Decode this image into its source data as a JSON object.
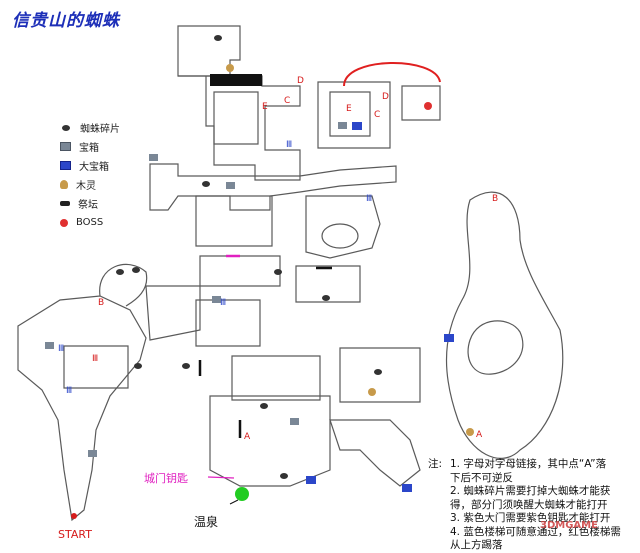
{
  "title": "信贵山的蜘蛛",
  "legend": {
    "items": [
      {
        "label": "蜘蛛碎片",
        "icon": "spider-fragment-icon"
      },
      {
        "label": "宝箱",
        "icon": "chest-icon"
      },
      {
        "label": "大宝箱",
        "icon": "big-chest-icon"
      },
      {
        "label": "木灵",
        "icon": "kodama-icon"
      },
      {
        "label": "祭坛",
        "icon": "altar-icon"
      },
      {
        "label": "BOSS",
        "icon": "boss-icon"
      }
    ]
  },
  "map_labels": {
    "start": "START",
    "city_gate_key": "城门钥匙",
    "hot_spring": "温泉",
    "letter_A": "A",
    "letter_B": "B",
    "letter_C": "C",
    "letter_D": "D",
    "letter_E": "E",
    "roman": "Ⅲ"
  },
  "notes": {
    "prefix": "注:",
    "lines": [
      "1. 字母对字母链接，其中点“A”落",
      "   下后不可逆反",
      "2. 蜘蛛碎片需要打掉大蜘蛛才能获",
      "   得，部分门须唤醒大蜘蛛才能打开",
      "3. 紫色大门需要紫色钥匙才能打开",
      "4. 蓝色楼梯可随意通过，红色楼梯需",
      "   从上方踢落"
    ]
  },
  "watermark": "3DMGAME",
  "colors": {
    "title": "#1d2fb8",
    "wall": "#555555",
    "red_stairs": "#e02020",
    "purple_door": "#e020c0",
    "hot_spring": "#22cc22",
    "boss": "#e03030",
    "big_chest": "#2b46c9"
  }
}
